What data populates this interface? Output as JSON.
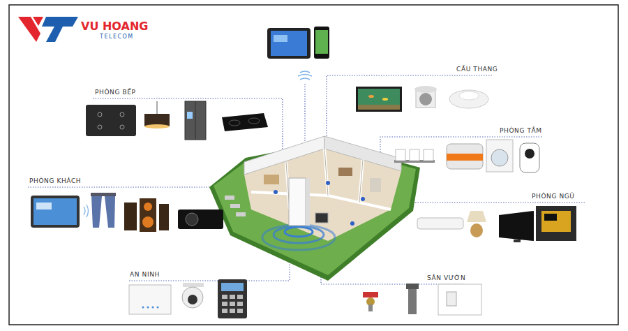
{
  "diagram": {
    "labels": [
      "VU HOANG",
      "TELECOM",
      "PHÒNG BẾP",
      "CẦU THANG",
      "PHÒNG TẮM",
      "PHÒNG KHÁCH",
      "PHÒNG NGỦ",
      "AN NINH",
      "SÂN VƯỜN"
    ]
  }
}
